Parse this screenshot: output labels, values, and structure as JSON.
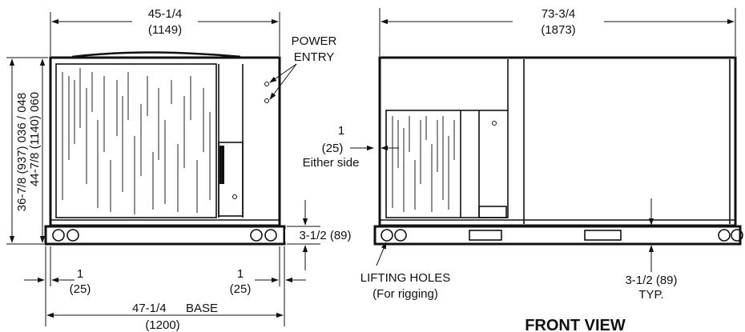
{
  "side_view": {
    "top_width_in": "45-1/4",
    "top_width_mm": "(1149)",
    "height_label_a": "36-7/8 (937) 036 / 048",
    "height_label_b": "44-7/8 (1140) 060",
    "power_entry_line1": "POWER",
    "power_entry_line2": "ENTRY",
    "base_height": "3-1/2 (89)",
    "left_offset_in": "1",
    "left_offset_mm": "(25)",
    "right_offset_in": "1",
    "right_offset_mm": "(25)",
    "base_width_in": "47-1/4",
    "base_word": "BASE",
    "base_width_mm": "(1200)"
  },
  "front_view": {
    "top_width_in": "73-3/4",
    "top_width_mm": "(1873)",
    "side_offset_in": "1",
    "side_offset_mm": "(25)",
    "side_offset_note": "Either side",
    "lifting_holes_line1": "LIFTING HOLES",
    "lifting_holes_line2": "(For rigging)",
    "base_height_line1": "3-1/2 (89)",
    "base_height_line2": "TYP.",
    "view_title": "FRONT VIEW"
  }
}
